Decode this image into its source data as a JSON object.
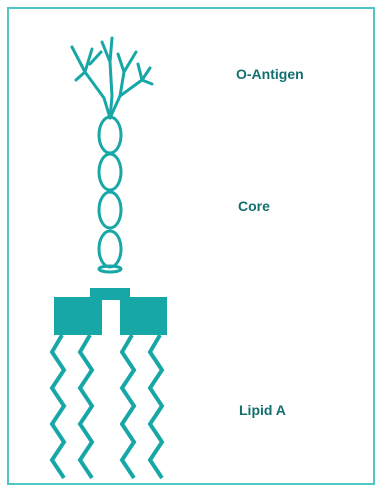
{
  "labels": {
    "o_antigen": "O-Antigen",
    "core": "Core",
    "lipid_a": "Lipid A"
  },
  "colors": {
    "frame": "#4fc7c7",
    "structure": "#18a7a7",
    "text": "#136f6f"
  }
}
